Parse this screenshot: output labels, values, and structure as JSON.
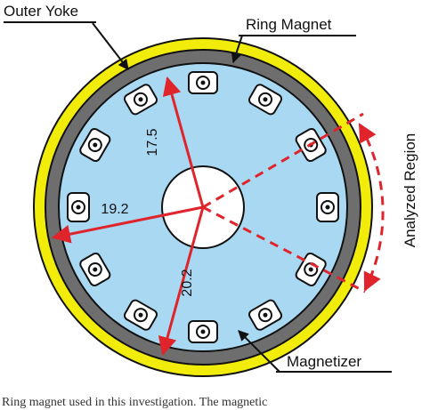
{
  "labels": {
    "outer_yoke": "Outer Yoke",
    "ring_magnet": "Ring Magnet",
    "magnetizer": "Magnetizer",
    "analyzed_region": "Analyzed Region"
  },
  "dimensions": {
    "r1": "17.5",
    "r2": "19.2",
    "r3": "20.2"
  },
  "colors": {
    "outer_yoke": "#f2ec0a",
    "ring_magnet": "#6e6e6e",
    "magnetizer_field": "#a9d8f2",
    "dimension_arrows": "#e0242c",
    "coil_block": "#ffffff",
    "outline": "#111111"
  },
  "caption": "Ring magnet used in this investigation. The magnetic"
}
